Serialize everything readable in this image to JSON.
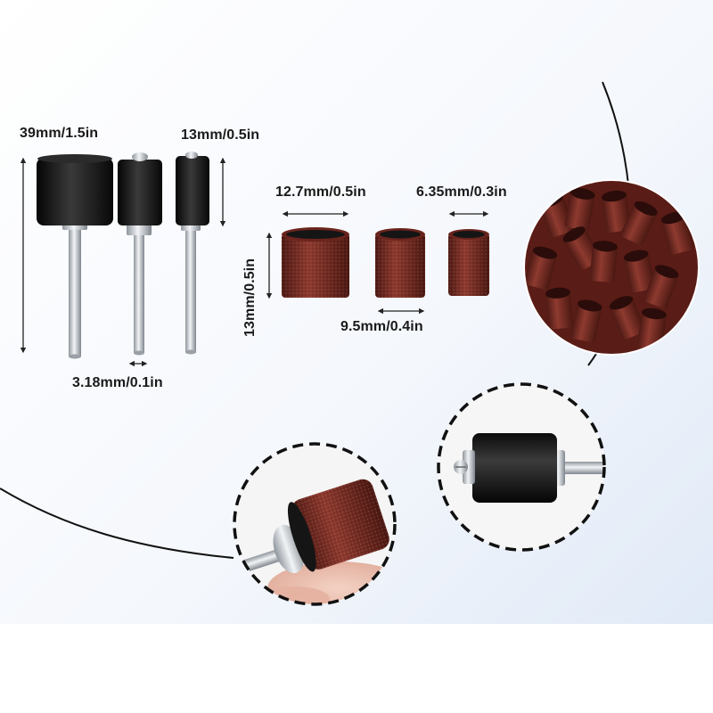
{
  "labels": {
    "drum_39mm": "39mm/1.5in",
    "drum_13mm": "13mm/0.5in",
    "shank_dia": "3.18mm/0.1in",
    "band_12_7mm": "12.7mm/0.5in",
    "band_6_35mm": "6.35mm/0.3in",
    "band_height": "13mm/0.5in",
    "band_9_5mm": "9.5mm/0.4in"
  },
  "colors": {
    "sleeve_red": "#7a2a22",
    "rubber_black": "#111111",
    "shank_silver": "#c8cdd2",
    "background_blue": "#e3ecf8"
  }
}
